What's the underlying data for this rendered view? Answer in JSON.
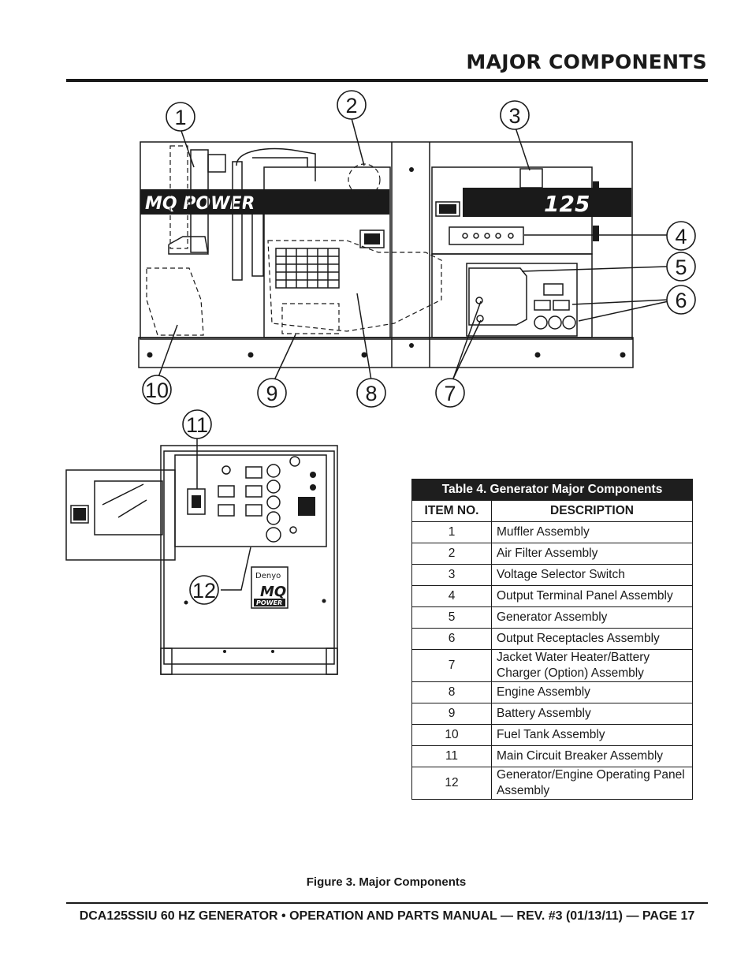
{
  "header": {
    "section_title": "MAJOR COMPONENTS"
  },
  "diagram": {
    "brand_label": "MQ POWER",
    "model_label": "125",
    "panel_brand_top": "Denyo",
    "panel_brand_mid": "MQ",
    "panel_brand_bottom": "POWER",
    "callouts": [
      "1",
      "2",
      "3",
      "4",
      "5",
      "6",
      "7",
      "8",
      "9",
      "10",
      "11",
      "12"
    ]
  },
  "table": {
    "caption": "Table 4. Generator Major Components",
    "columns": [
      "ITEM NO.",
      "DESCRIPTION"
    ],
    "rows": [
      {
        "item": "1",
        "desc": "Muffler Assembly"
      },
      {
        "item": "2",
        "desc": "Air Filter Assembly"
      },
      {
        "item": "3",
        "desc": "Voltage Selector Switch"
      },
      {
        "item": "4",
        "desc": "Output Terminal Panel Assembly"
      },
      {
        "item": "5",
        "desc": "Generator Assembly"
      },
      {
        "item": "6",
        "desc": "Output Receptacles Assembly"
      },
      {
        "item": "7",
        "desc": "Jacket Water Heater/Battery Charger (Option) Assembly"
      },
      {
        "item": "8",
        "desc": "Engine Assembly"
      },
      {
        "item": "9",
        "desc": "Battery Assembly"
      },
      {
        "item": "10",
        "desc": "Fuel Tank Assembly"
      },
      {
        "item": "11",
        "desc": "Main Circuit Breaker Assembly"
      },
      {
        "item": "12",
        "desc": "Generator/Engine Operating Panel Assembly"
      }
    ]
  },
  "figure_caption": "Figure 3. Major Components",
  "footer": {
    "text": "DCA125SSIU 60 HZ GENERATOR • OPERATION AND PARTS MANUAL — REV. #3 (01/13/11) — PAGE 17"
  }
}
